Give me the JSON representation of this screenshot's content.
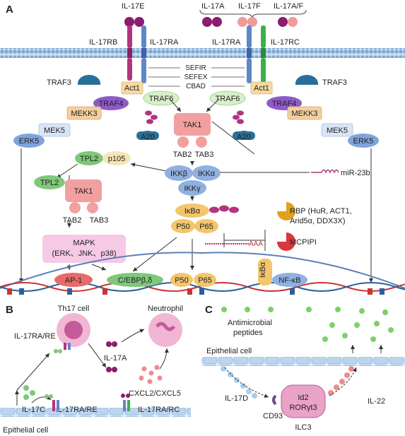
{
  "panels": {
    "a": {
      "letter": "A",
      "ligands": {
        "il17e": "IL-17E",
        "il17a": "IL-17A",
        "il17f": "IL-17F",
        "il17af": "IL-17A/F"
      },
      "receptors": {
        "rb": "IL-17RB",
        "ra_left": "IL-17RA",
        "ra_right": "IL-17RA",
        "rc": "IL-17RC"
      },
      "domains": {
        "sefir": "SEFIR",
        "sefex": "SEFEX",
        "cbad": "CBAD"
      },
      "adaptors": {
        "traf3_left": "TRAF3",
        "traf3_right": "TRAF3",
        "act1_left": "Act1",
        "act1_right": "Act1",
        "traf6_left": "TRAF6",
        "traf6_right": "TRAF6",
        "traf4_left": "TRAF4",
        "traf4_right": "TRAF4",
        "a20_left": "A20",
        "a20_right": "A20"
      },
      "kinases": {
        "mekk3_left": "MEKK3",
        "mekk3_right": "MEKK3",
        "mek5_left": "MEK5",
        "mek5_right": "MEK5",
        "erk5_left": "ERK5",
        "erk5_right": "ERK5",
        "tak1_top": "TAK1",
        "tab2_top": "TAB2",
        "tab3_top": "TAB3",
        "tpl2_top": "TPL2",
        "p105": "p105",
        "tpl2_bottom": "TPL2",
        "tak1_bottom": "TAK1",
        "tab2_bottom": "TAB2",
        "tab3_bottom": "TAB3"
      },
      "ikk": {
        "beta": "IKKβ",
        "alpha": "IKKα",
        "gamma": "IKKγ"
      },
      "mirna": "miR-23b",
      "ikb_complex": {
        "ikba": "IκBα",
        "p50": "P50",
        "p65": "P65"
      },
      "rbp": {
        "line1": "RBP (HuR, ACT1,",
        "line2": "Arid5α, DDX3X)"
      },
      "mcpipi": "MCPIPI",
      "mapk": {
        "line1": "MAPK",
        "line2": "(ERK、JNK、p38)"
      },
      "nucleus": {
        "ap1": "AP-1",
        "cebp": "C/EBPβ,δ",
        "p50": "P50",
        "p65": "P65",
        "ikba": "IκBα",
        "nfkb": "NF-κB"
      }
    },
    "b": {
      "letter": "B",
      "th17": "Th17 cell",
      "neutrophil": "Neutrophil",
      "receptor_top": "IL-17RA/RE",
      "il17a": "IL-17A",
      "chemokines": "CXCL2/CXCL5",
      "il17c": "IL-17C",
      "receptor_bottom": "IL-17RA/RE",
      "receptor_rc": "IL-17RA/RC",
      "epithelial": "Epithelial cell"
    },
    "c": {
      "letter": "C",
      "amp_line1": "Antimicrobial",
      "amp_line2": "peptides",
      "epithelial": "Epithelial cell",
      "il17d": "IL-17D",
      "cd93": "CD93",
      "id2": "Id2",
      "rorgt": "RORγt3",
      "ilc3": "ILC3",
      "il22": "IL-22"
    }
  },
  "colors": {
    "membrane": "#8fb6dc",
    "traf": "#2a6f97",
    "act1": "#f7d9a3",
    "traf6": "#d8f0c8",
    "traf4": "#8e5ac8",
    "mekk3": "#f3cfa0",
    "erk": "#7fa3dc",
    "tak1": "#f29f9f",
    "tpl2": "#7fc77a",
    "p105": "#f6e6b5",
    "ikk": "#8fb0e0",
    "ikb": "#f3c66d",
    "rbp": "#e0a21c",
    "mcpipi": "#d9363e",
    "mapk": "#f6c9e6",
    "dna_red": "#cc3333",
    "dna_blue": "#2d5f9a",
    "il17a": "#8b1c6e",
    "il17f": "#f09a9a",
    "rc": "#3bb04a",
    "cell_pink": "#f1b6d3",
    "chemokine": "#f28a8a",
    "amp_green": "#7fcf6a",
    "il17d_blue": "#a9cdf0",
    "ilc3": "#e9a2c8"
  }
}
